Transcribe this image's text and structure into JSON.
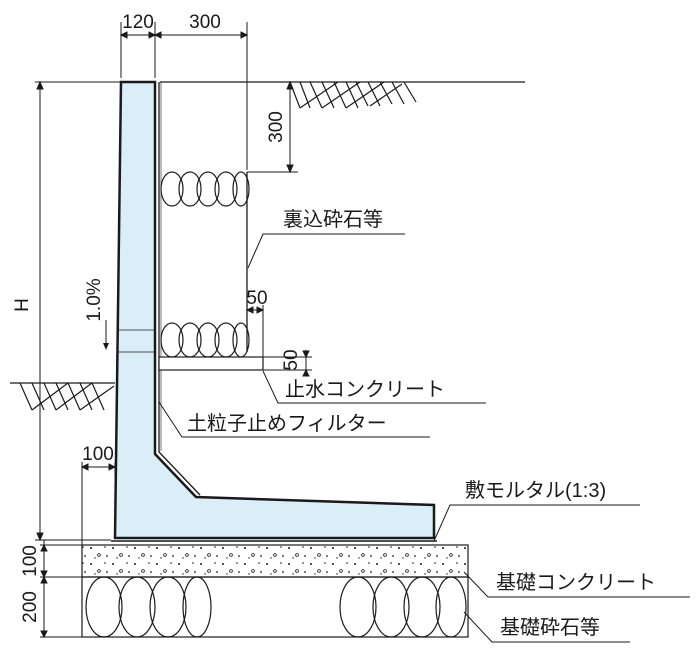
{
  "dimensions": {
    "wall_thickness": "120",
    "backfill_width": "300",
    "backfill_top_depth": "300",
    "height": "H",
    "slope": "1.0%",
    "drain_offset": "50",
    "drain_depth": "50",
    "toe_projection": "100",
    "foundation_concrete_thickness": "100",
    "foundation_gravel_thickness": "200"
  },
  "labels": {
    "backfill_gravel": "裏込砕石等",
    "waterstop_concrete": "止水コンクリート",
    "soil_filter": "土粒子止めフィルター",
    "bedding_mortar": "敷モルタル(1:3)",
    "foundation_concrete": "基礎コンクリート",
    "foundation_gravel": "基礎砕石等"
  },
  "colors": {
    "concrete_fill": "#d9eef7",
    "line": "#1a1a1a"
  }
}
